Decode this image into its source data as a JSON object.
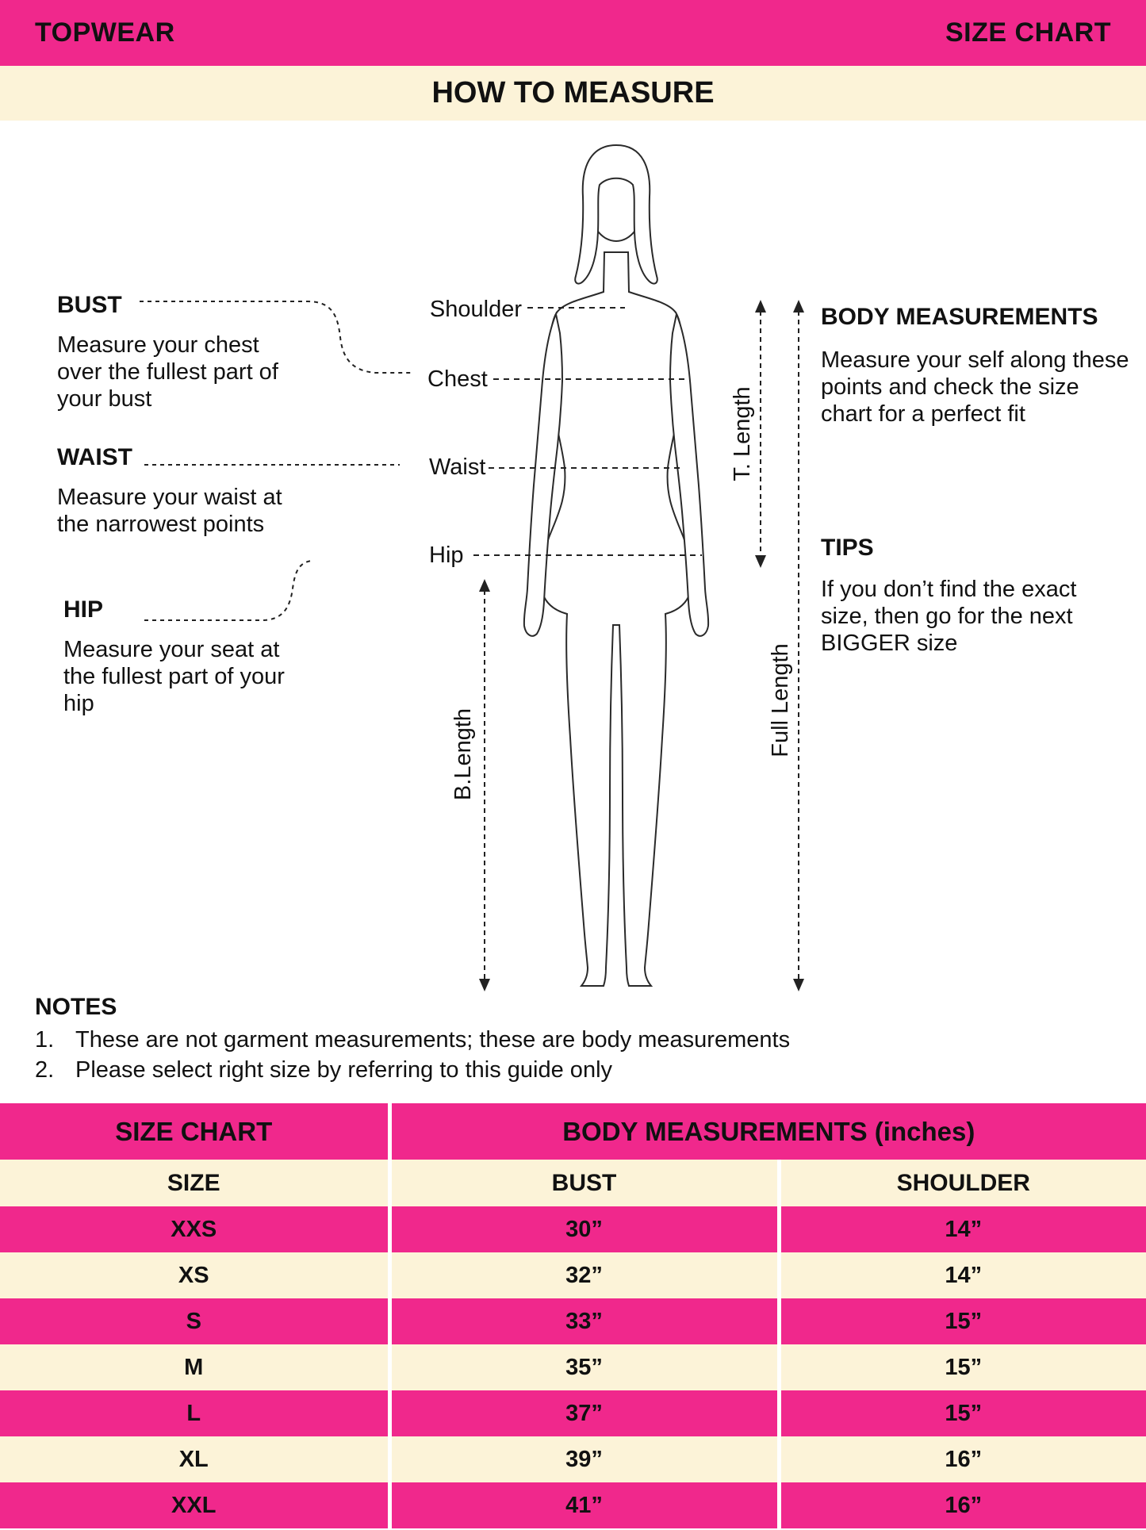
{
  "colors": {
    "pink": "#F0288C",
    "cream": "#FCF3D8",
    "ink": "#111111"
  },
  "header": {
    "left": "TOPWEAR",
    "right": "SIZE CHART"
  },
  "how_to_measure": "HOW TO MEASURE",
  "diagram": {
    "left": [
      {
        "title": "BUST",
        "text": "Measure your chest over the fullest part of your bust"
      },
      {
        "title": "WAIST",
        "text": "Measure your waist at the narrowest points"
      },
      {
        "title": "HIP",
        "text": "Measure your seat at the fullest part of your hip"
      }
    ],
    "points": {
      "shoulder": "Shoulder",
      "chest": "Chest",
      "waist": "Waist",
      "hip": "Hip"
    },
    "lengths": {
      "t": "T. Length",
      "b": "B.Length",
      "full": "Full Length"
    },
    "right": [
      {
        "title": "BODY MEASUREMENTS",
        "text": "Measure your self along these points and check the size chart for a perfect fit"
      },
      {
        "title": "TIPS",
        "text": "If you don’t find the exact size, then go for the next BIGGER size"
      }
    ]
  },
  "notes": {
    "title": "NOTES",
    "items": [
      {
        "num": "1.",
        "text": "These are not garment measurements; these are body measurements"
      },
      {
        "num": "2.",
        "text": "Please select right size by referring to this guide only"
      }
    ]
  },
  "table": {
    "title": "SIZE CHART",
    "group_header": "BODY MEASUREMENTS (inches)",
    "columns": [
      "SIZE",
      "BUST",
      "SHOULDER"
    ],
    "rows": [
      {
        "size": "XXS",
        "bust": "30”",
        "shoulder": "14”"
      },
      {
        "size": "XS",
        "bust": "32”",
        "shoulder": "14”"
      },
      {
        "size": "S",
        "bust": "33”",
        "shoulder": "15”"
      },
      {
        "size": "M",
        "bust": "35”",
        "shoulder": "15”"
      },
      {
        "size": "L",
        "bust": "37”",
        "shoulder": "15”"
      },
      {
        "size": "XL",
        "bust": "39”",
        "shoulder": "16”"
      },
      {
        "size": "XXL",
        "bust": "41”",
        "shoulder": "16”"
      }
    ]
  }
}
